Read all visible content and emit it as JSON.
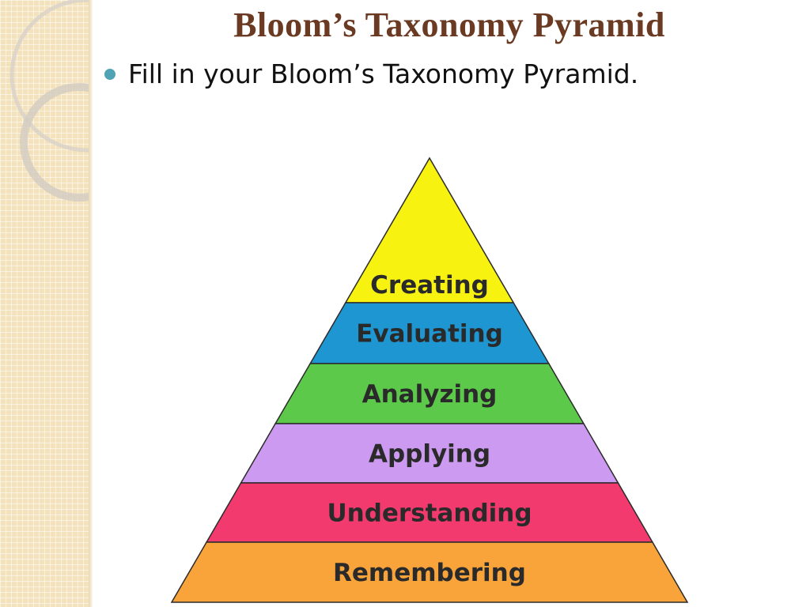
{
  "slide": {
    "title": "Bloom’s Taxonomy Pyramid",
    "bullet": "Fill in your Bloom’s Taxonomy Pyramid."
  },
  "theme": {
    "title_color": "#6b3a23",
    "bullet_color": "#4fa3b5",
    "side_panel_color": "#f3e2bc"
  },
  "pyramid": {
    "tiers": [
      {
        "label": "Creating",
        "color": "#f7f20f"
      },
      {
        "label": "Evaluating",
        "color": "#1e96d2"
      },
      {
        "label": "Analyzing",
        "color": "#5cc94a"
      },
      {
        "label": "Applying",
        "color": "#cc9af0"
      },
      {
        "label": "Understanding",
        "color": "#f23a6f"
      },
      {
        "label": "Remembering",
        "color": "#f9a33b"
      }
    ]
  }
}
